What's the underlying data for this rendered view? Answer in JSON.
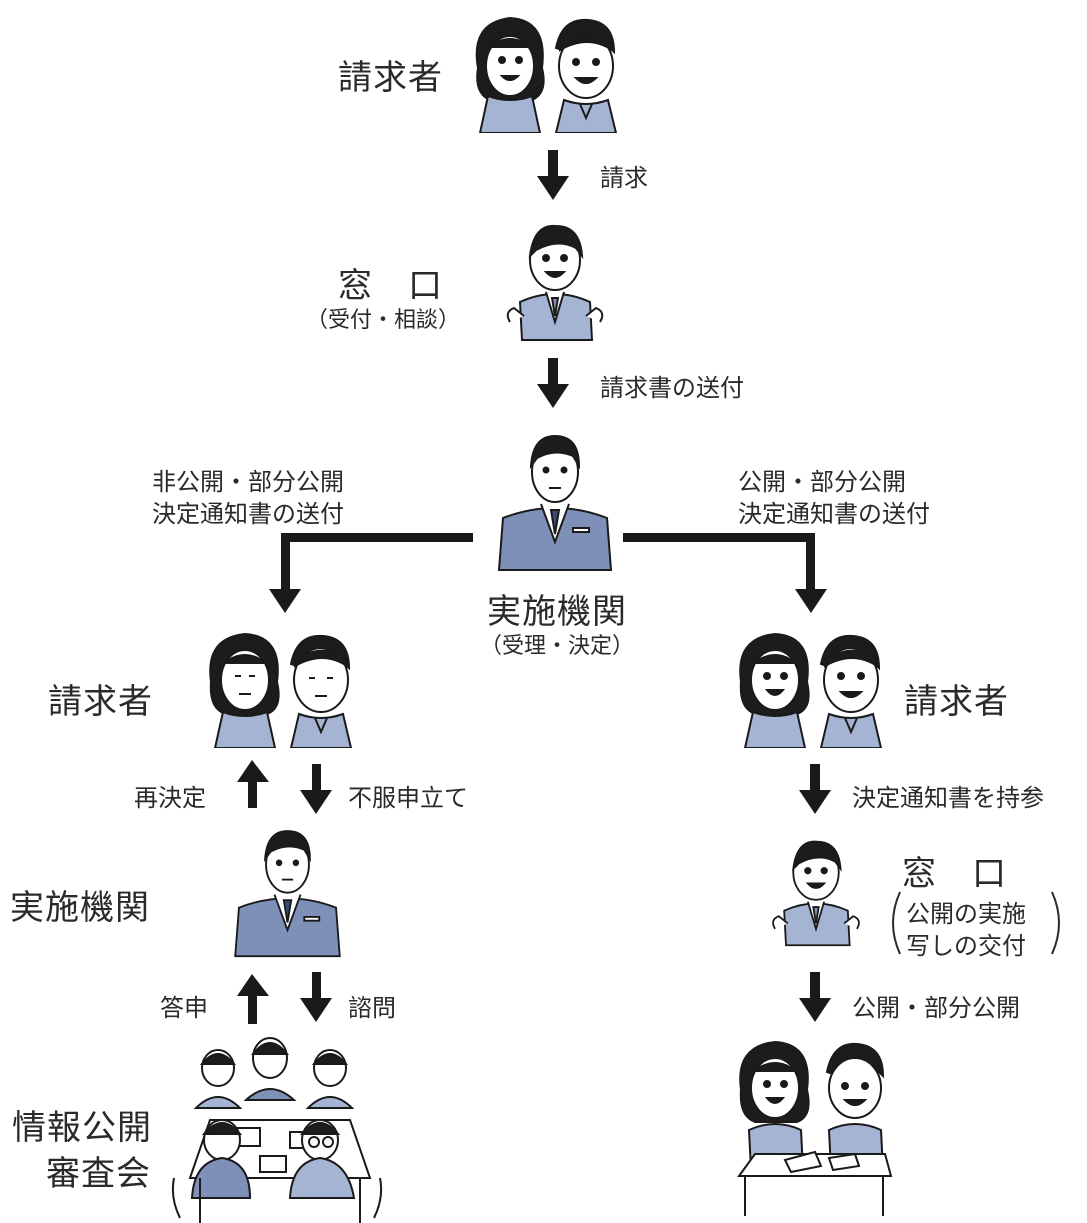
{
  "diagram": {
    "top": {
      "requester_label": "請求者",
      "request_label": "請求"
    },
    "window1": {
      "label": "窓　口",
      "sub": "（受付・相談）",
      "send_label": "請求書の送付"
    },
    "agency": {
      "label": "実施機関",
      "sub": "（受理・決定）",
      "left_branch": [
        "非公開・部分公開",
        "決定通知書の送付"
      ],
      "right_branch": [
        "公開・部分公開",
        "決定通知書の送付"
      ]
    },
    "left": {
      "requester_label": "請求者",
      "redecision_label": "再決定",
      "appeal_label": "不服申立て",
      "agency_label": "実施機関",
      "report_label": "答申",
      "consult_label": "諮問",
      "committee_label": [
        "情報公開",
        "審査会"
      ]
    },
    "right": {
      "requester_label": "請求者",
      "bring_label": "決定通知書を持参",
      "window_label": "窓　口",
      "window_sub": [
        "公開の実施",
        "写しの交付"
      ],
      "disclose_label": "公開・部分公開"
    },
    "colors": {
      "line": "#1a1a1a",
      "suit": "#7e8fb8",
      "shirt": "#a6b4d4",
      "hair": "#1c1c1c",
      "skin": "#ffffff"
    }
  }
}
